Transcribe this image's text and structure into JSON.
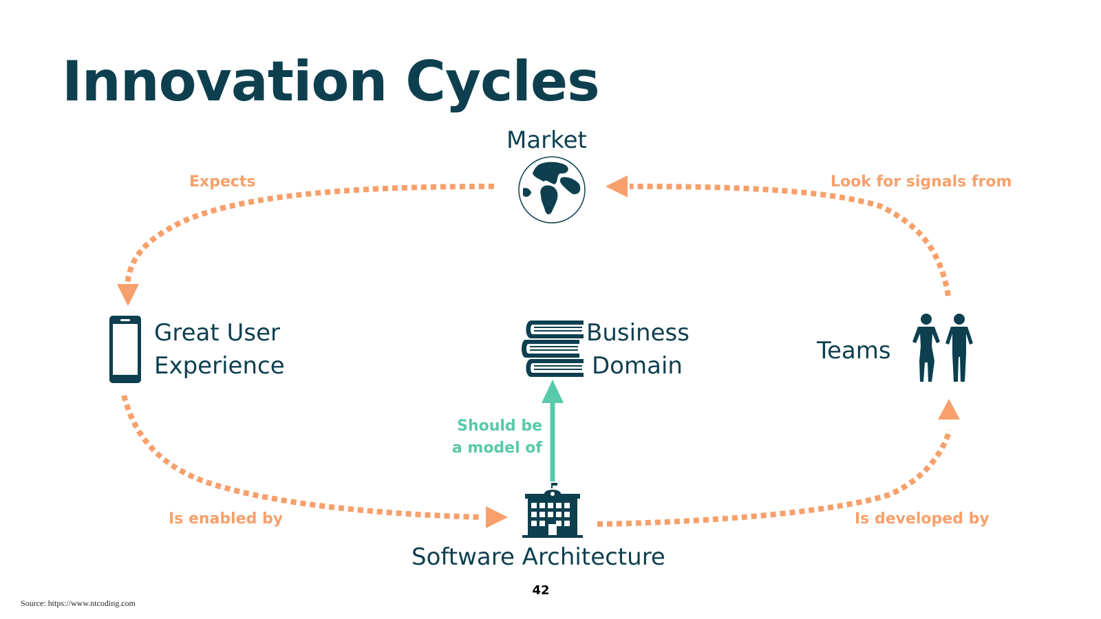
{
  "title": "Innovation Cycles",
  "nodes": {
    "market": "Market",
    "ux_line1": "Great User",
    "ux_line2": "Experience",
    "domain_line1": "Business",
    "domain_line2": "Domain",
    "teams": "Teams",
    "architecture": "Software Architecture"
  },
  "edges": {
    "expects": "Expects",
    "look_for_signals": "Look for signals from",
    "enabled_by": "Is enabled by",
    "developed_by": "Is developed by",
    "model_line1": "Should be",
    "model_line2": "a model of"
  },
  "icons": {
    "market": "globe-icon",
    "ux": "smartphone-icon",
    "domain": "books-icon",
    "teams": "people-icon",
    "architecture": "building-icon"
  },
  "colors": {
    "navy": "#0d3f4f",
    "orange": "#f7a06b",
    "green": "#58c9a9"
  },
  "page_number": "42",
  "source": "Source: https://www.ntcoding.com"
}
